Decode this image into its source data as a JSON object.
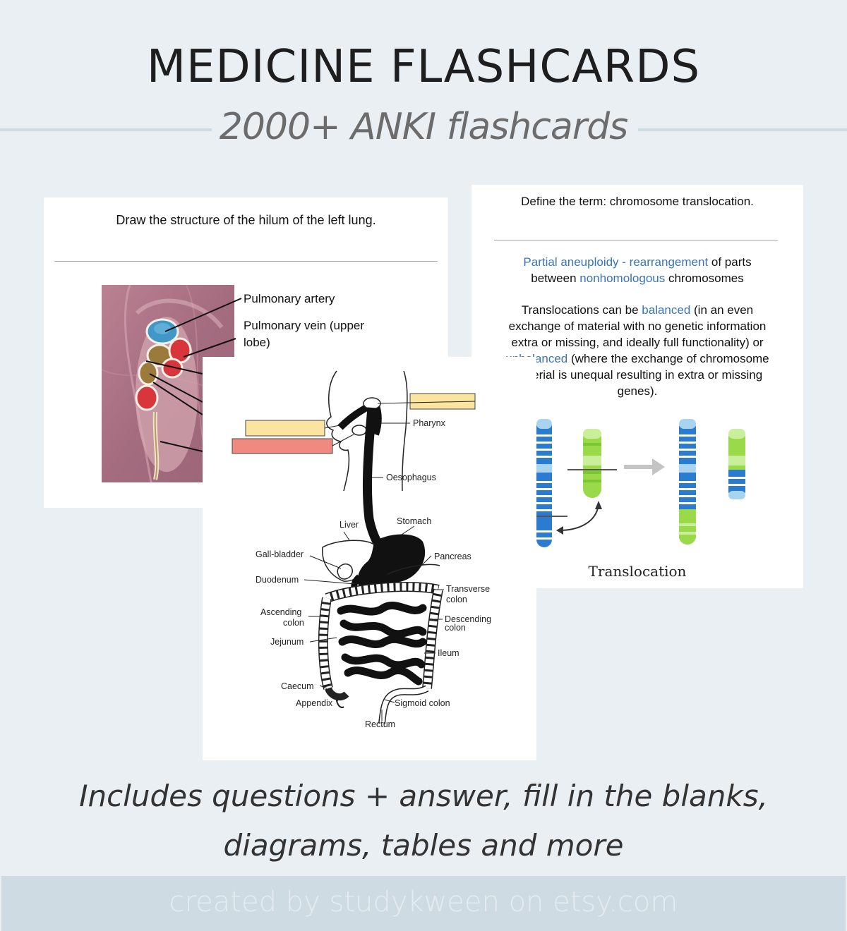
{
  "header": {
    "title": "MEDICINE FLASHCARDS",
    "subtitle": "2000+ ANKI flashcards"
  },
  "card_left": {
    "question": "Draw the structure of the hilum of the left lung.",
    "labels": [
      "Pulmonary artery",
      "Pulmonary vein (upper",
      "lobe)"
    ]
  },
  "card_right": {
    "question": "Define the term: chromosome translocation.",
    "answer_p1": {
      "term1": "Partial aneuploidy - rearrangement",
      "text1": " of parts",
      "text2": "between ",
      "term2": "nonhomologous",
      "text3": " chromosomes"
    },
    "answer_p2": {
      "text1": "Translocations can be ",
      "term1": "balanced",
      "text2": " (in an even",
      "line2": "exchange of material with no genetic information",
      "line3": "extra or missing, and ideally full functionality) or",
      "term2": "unbalanced",
      "text4": " (where the exchange of chromosome",
      "line5": "material is unequal resulting in extra or missing",
      "line6": "genes)."
    },
    "figure_label": "Translocation",
    "colors": {
      "blue": "#2b7bd0",
      "green": "#9ad94a",
      "light_blue": "#a9d4f0"
    }
  },
  "card_center": {
    "labels": {
      "pharynx": "Pharynx",
      "oesophagus": "Oesophagus",
      "liver": "Liver",
      "stomach": "Stomach",
      "gall_bladder": "Gall-bladder",
      "pancreas": "Pancreas",
      "duodenum": "Duodenum",
      "transverse_colon_1": "Transverse",
      "transverse_colon_2": "colon",
      "ascending_colon_1": "Ascending",
      "ascending_colon_2": "colon",
      "descending_colon_1": "Descending",
      "descending_colon_2": "colon",
      "jejunum": "Jejunum",
      "ileum": "Ileum",
      "caecum": "Caecum",
      "appendix": "Appendix",
      "sigmoid_colon": "Sigmoid colon",
      "rectum": "Rectum"
    },
    "blank_colors": {
      "yellow": "#fbe3a0",
      "red": "#f08a80"
    }
  },
  "footer": {
    "line1": "Includes questions + answer, fill in the blanks,",
    "line2": "diagrams, tables and more",
    "credit": "created by studykween on etsy.com"
  }
}
